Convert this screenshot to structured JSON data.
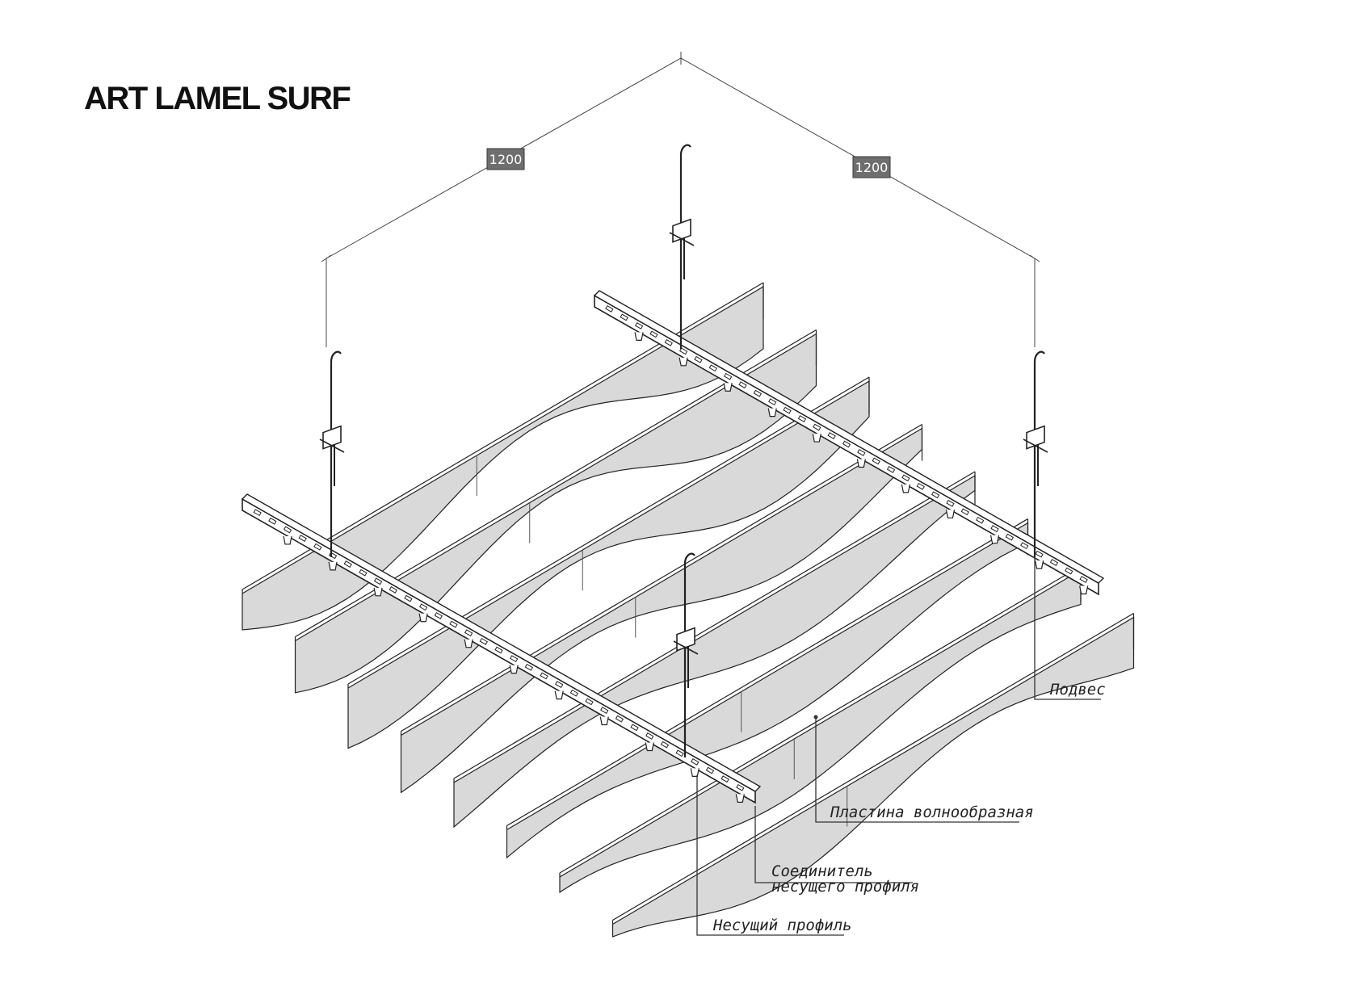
{
  "title": "ART LAMEL SURF",
  "dimensions": {
    "left": "1200",
    "right": "1200"
  },
  "labels": {
    "hanger": "Подвес",
    "wave_panel": "Пластина волнообразная",
    "connector_line1": "Соединитель",
    "connector_line2": "несущего профиля",
    "carrier": "Несущий профиль"
  },
  "colors": {
    "panel_fill": "#d9d9d9",
    "line": "#222222",
    "dim_badge": "#6e6e6e"
  }
}
